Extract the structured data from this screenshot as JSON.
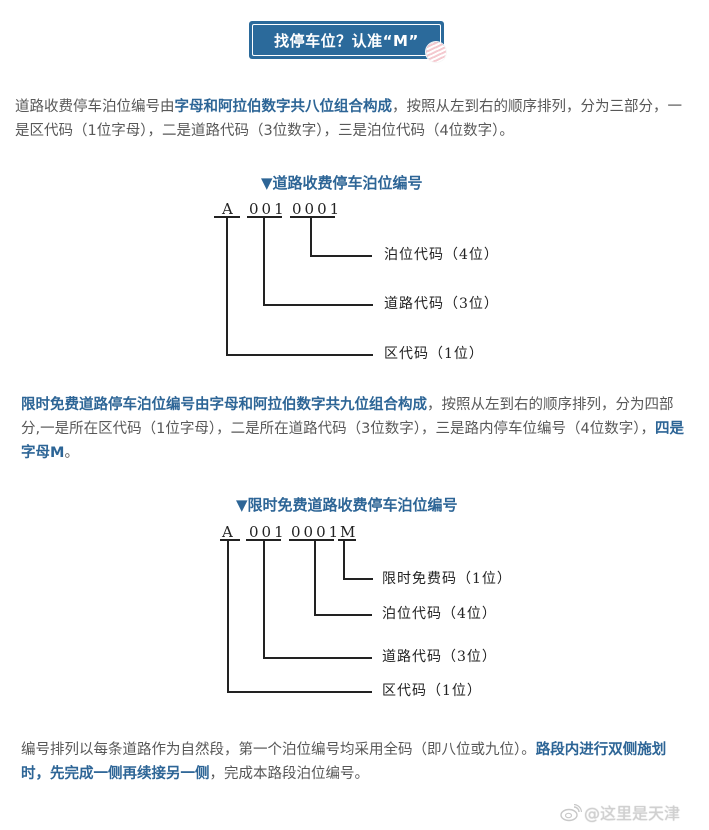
{
  "header": {
    "title": "找停车位？认准“M”",
    "badge_color": "#2b6a9b"
  },
  "paragraphs": {
    "p1": {
      "pre": "道路收费停车泊位编号由",
      "highlight": "字母和阿拉伯数字共八位组合构成",
      "post": "，按照从左到右的顺序排列，分为三部分，一是区代码（1位字母），二是道路代码（3位数字），三是泊位代码（4位数字）。"
    },
    "p2": {
      "highlight1": "限时免费道路停车泊位编号由字母和阿拉伯数字共九位组合构成",
      "mid": "，按照从左到右的顺序排列，分为四部分,一是所在区代码（1位字母），二是所在道路代码（3位数字），三是路内停车位编号（4位数字），",
      "highlight2": "四是字母M",
      "end": "。"
    },
    "p3": {
      "pre": "编号排列以每条道路作为自然段，第一个泊位编号均采用全码（即八位或九位）。",
      "highlight": "路段内进行双侧施划时，先完成一侧再续接另一侧",
      "post": "，完成本路段泊位编号。"
    },
    "highlight_color": "#2d6596"
  },
  "diagram1": {
    "title": "▼道路收费停车泊位编号",
    "codes": [
      "A",
      "001",
      "0001"
    ],
    "labels": [
      "泊位代码（4位）",
      "道路代码（3位）",
      "区代码（1位）"
    ]
  },
  "diagram2": {
    "title": "▼限时免费道路收费停车泊位编号",
    "codes": [
      "A",
      "001",
      "0001",
      "M"
    ],
    "labels": [
      "限时免费码（1位）",
      "泊位代码（4位）",
      "道路代码（3位）",
      "区代码（1位）"
    ]
  },
  "watermark": {
    "text": "@这里是天津",
    "icon": "weibo-icon"
  }
}
